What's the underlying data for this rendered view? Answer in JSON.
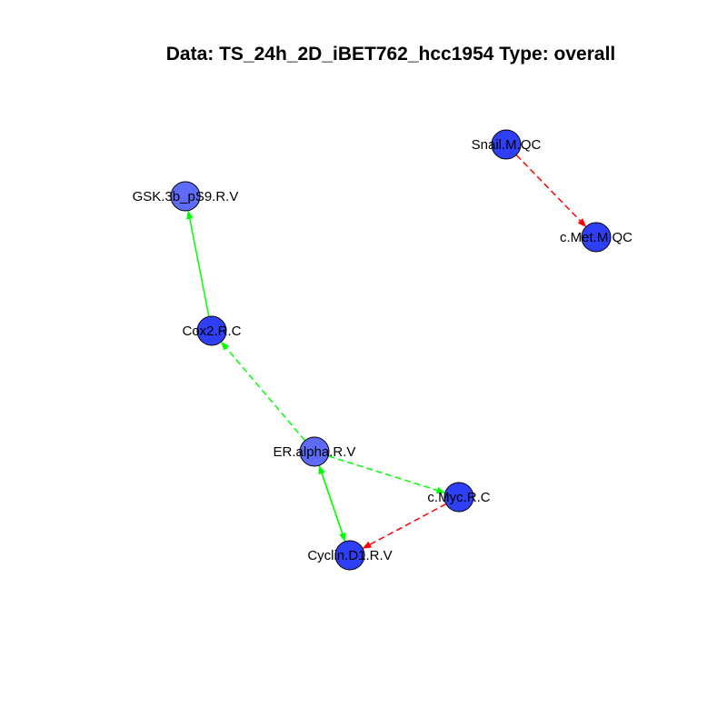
{
  "title": "Data: TS_24h_2D_iBET762_hcc1954 Type: overall",
  "colors": {
    "positive": "#00ff00",
    "negative": "#ff0000",
    "node_dark": "#2f3ff5",
    "node_light": "#5d6bf7",
    "node_border": "#000000"
  },
  "nodes": [
    {
      "id": "GSK.3b_pS9.R.V",
      "label": "GSK.3b_pS9.R.V",
      "fill": "light"
    },
    {
      "id": "Cox2.R.C",
      "label": "Cox2.R.C",
      "fill": "dark"
    },
    {
      "id": "ER.alpha.R.V",
      "label": "ER.alpha.R.V",
      "fill": "light"
    },
    {
      "id": "c.Myc.R.C",
      "label": "c.Myc.R.C",
      "fill": "dark"
    },
    {
      "id": "Cyclin.D1.R.V",
      "label": "Cyclin.D1.R.V",
      "fill": "dark"
    },
    {
      "id": "Snail.M.QC",
      "label": "Snail.M.QC",
      "fill": "dark"
    },
    {
      "id": "c.Met.M.QC",
      "label": "c.Met.M.QC",
      "fill": "dark"
    }
  ],
  "edges": [
    {
      "from": "Cox2.R.C",
      "to": "GSK.3b_pS9.R.V",
      "sign": "positive",
      "style": "solid"
    },
    {
      "from": "ER.alpha.R.V",
      "to": "Cox2.R.C",
      "sign": "positive",
      "style": "dashed"
    },
    {
      "from": "ER.alpha.R.V",
      "to": "c.Myc.R.C",
      "sign": "positive",
      "style": "dashed"
    },
    {
      "from": "ER.alpha.R.V",
      "to": "Cyclin.D1.R.V",
      "sign": "positive",
      "style": "solid"
    },
    {
      "from": "Cyclin.D1.R.V",
      "to": "ER.alpha.R.V",
      "sign": "positive",
      "style": "solid"
    },
    {
      "from": "c.Myc.R.C",
      "to": "Cyclin.D1.R.V",
      "sign": "negative",
      "style": "dashed"
    },
    {
      "from": "Snail.M.QC",
      "to": "c.Met.M.QC",
      "sign": "negative",
      "style": "dashed"
    }
  ]
}
